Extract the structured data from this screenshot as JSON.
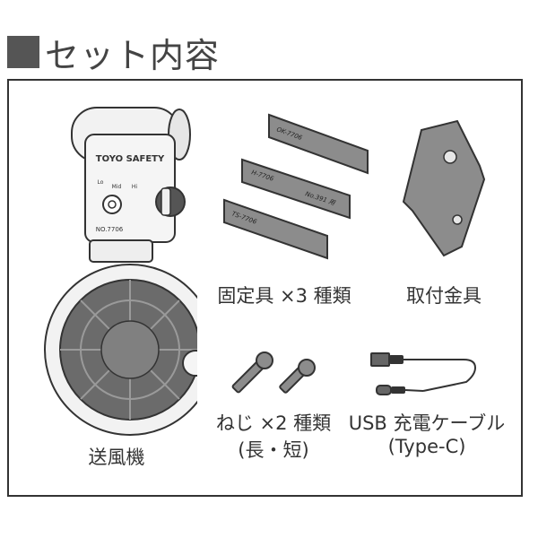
{
  "heading": {
    "title": "セット内容"
  },
  "items": {
    "fan": {
      "label": "送風機",
      "brand": "TOYO SAFETY",
      "model": "NO.7706",
      "speed_labels": [
        "Lo",
        "Mid",
        "Hi"
      ]
    },
    "fixtures": {
      "label": "固定具 ×3 種類",
      "pieces": [
        "OK-7706",
        "H-7706",
        "No.391 用",
        "TS-7706"
      ]
    },
    "bracket": {
      "label": "取付金具"
    },
    "screws": {
      "label_line1": "ねじ ×2 種類",
      "label_line2": "(長・短)"
    },
    "cable": {
      "label_line1": "USB 充電ケーブル",
      "label_line2": "(Type-C)"
    }
  },
  "colors": {
    "frame": "#333333",
    "heading_mark": "#555555",
    "part_gray": "#8c8c8c",
    "fan_guard": "#6b6b6b",
    "fan_body": "#f2f2f2"
  }
}
